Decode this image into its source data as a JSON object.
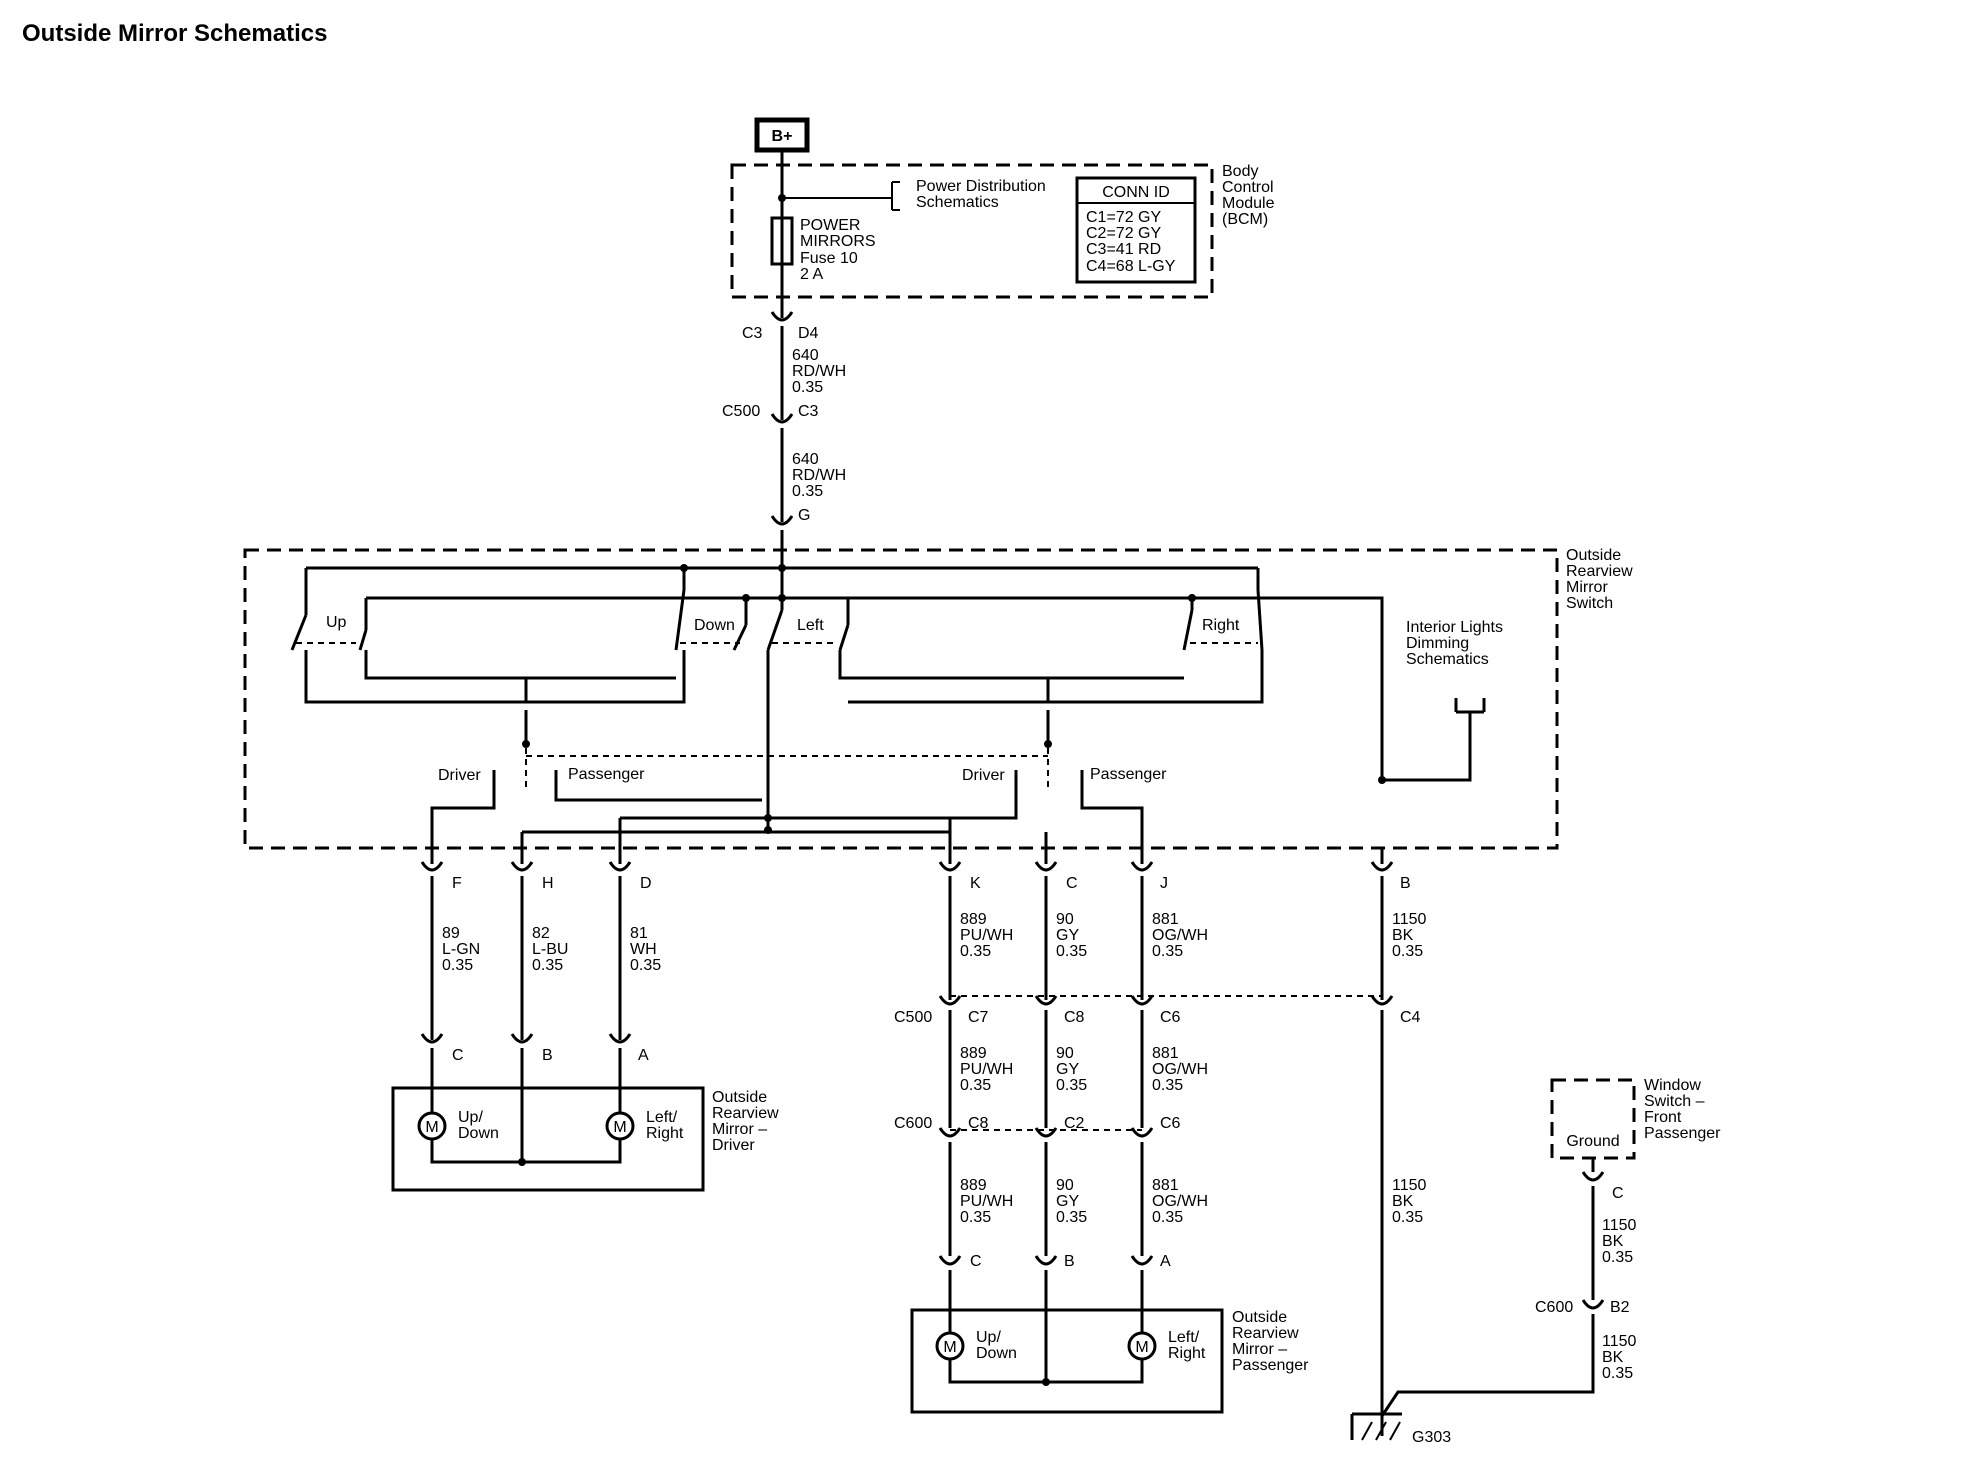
{
  "title": "Outside Mirror Schematics",
  "supply": {
    "label": "B+"
  },
  "bcm": {
    "name": [
      "Body",
      "Control",
      "Module",
      "(BCM)"
    ],
    "fuse": [
      "POWER",
      "MIRRORS",
      "Fuse 10",
      "2 A"
    ],
    "ref": [
      "Power Distribution",
      "Schematics"
    ],
    "conn_title": "CONN ID",
    "conn": [
      "C1=72 GY",
      "C2=72 GY",
      "C3=41 RD",
      "C4=68 L-GY"
    ]
  },
  "feed": {
    "c3_label": "C3",
    "d4_label": "D4",
    "wire1": [
      "640",
      "RD/WH",
      "0.35"
    ],
    "c500_label": "C500",
    "c3b_label": "C3",
    "wire2": [
      "640",
      "RD/WH",
      "0.35"
    ],
    "g_label": "G"
  },
  "switch": {
    "name": [
      "Outside",
      "Rearview",
      "Mirror",
      "Switch"
    ],
    "up": "Up",
    "down": "Down",
    "left": "Left",
    "right": "Right",
    "interior": [
      "Interior Lights",
      "Dimming",
      "Schematics"
    ],
    "driver1": "Driver",
    "passenger1": "Passenger",
    "driver2": "Driver",
    "passenger2": "Passenger"
  },
  "pins": {
    "F": "F",
    "H": "H",
    "D": "D",
    "K": "K",
    "C": "C",
    "J": "J",
    "B": "B"
  },
  "driver_wires": {
    "w89": [
      "89",
      "L-GN",
      "0.35"
    ],
    "w82": [
      "82",
      "L-BU",
      "0.35"
    ],
    "w81": [
      "81",
      "WH",
      "0.35"
    ]
  },
  "driver_mirror": {
    "pin_c": "C",
    "pin_b": "B",
    "pin_a": "A",
    "updown": [
      "Up/",
      "Down"
    ],
    "leftright": [
      "Left/",
      "Right"
    ],
    "name": [
      "Outside",
      "Rearview",
      "Mirror –",
      "Driver"
    ],
    "m": "M"
  },
  "passenger_wires": {
    "w889": [
      "889",
      "PU/WH",
      "0.35"
    ],
    "w90": [
      "90",
      "GY",
      "0.35"
    ],
    "w881": [
      "881",
      "OG/WH",
      "0.35"
    ],
    "w1150": [
      "1150",
      "BK",
      "0.35"
    ]
  },
  "c500_conn": {
    "label": "C500",
    "c7": "C7",
    "c8": "C8",
    "c6": "C6",
    "c4": "C4"
  },
  "c600_conn": {
    "label": "C600",
    "c8": "C8",
    "c2": "C2",
    "c6": "C6"
  },
  "passenger_mirror": {
    "pin_c": "C",
    "pin_b": "B",
    "pin_a": "A",
    "updown": [
      "Up/",
      "Down"
    ],
    "leftright": [
      "Left/",
      "Right"
    ],
    "name": [
      "Outside",
      "Rearview",
      "Mirror –",
      "Passenger"
    ],
    "m": "M"
  },
  "window_switch": {
    "name": [
      "Window",
      "Switch –",
      "Front",
      "Passenger"
    ],
    "ground": "Ground",
    "pin_c": "C",
    "wire1": [
      "1150",
      "BK",
      "0.35"
    ],
    "c600": "C600",
    "b2": "B2",
    "wire2": [
      "1150",
      "BK",
      "0.35"
    ]
  },
  "ground": {
    "label": "G303"
  }
}
